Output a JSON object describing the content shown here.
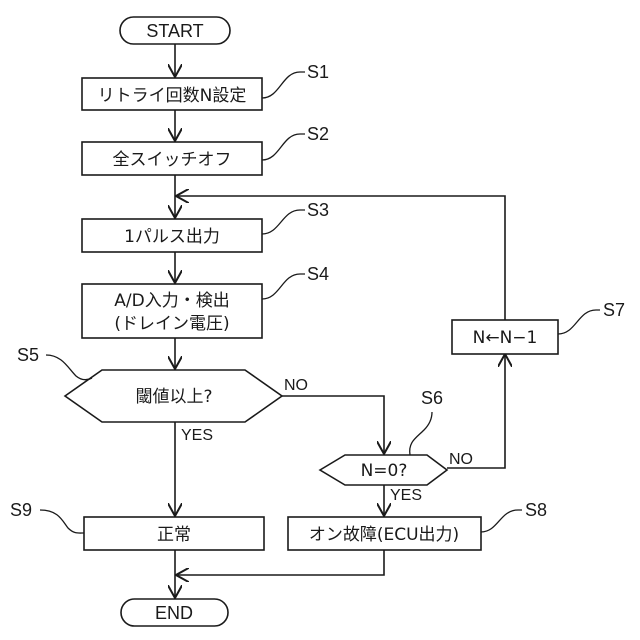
{
  "diagram": {
    "type": "flowchart",
    "terminals": {
      "start": "START",
      "end": "END"
    },
    "steps": [
      {
        "id": "S1",
        "label": "S1",
        "kind": "process",
        "text": "リトライ回数N設定"
      },
      {
        "id": "S2",
        "label": "S2",
        "kind": "process",
        "text": "全スイッチオフ"
      },
      {
        "id": "S3",
        "label": "S3",
        "kind": "process",
        "text": "1パルス出力"
      },
      {
        "id": "S4",
        "label": "S4",
        "kind": "process",
        "text_line1": "A/D入力・検出",
        "text_line2": "(ドレイン電圧)"
      },
      {
        "id": "S5",
        "label": "S5",
        "kind": "decision",
        "text": "閾値以上?"
      },
      {
        "id": "S6",
        "label": "S6",
        "kind": "decision",
        "text": "N=0?"
      },
      {
        "id": "S7",
        "label": "S7",
        "kind": "process",
        "text": "N←N−1"
      },
      {
        "id": "S8",
        "label": "S8",
        "kind": "process",
        "text": "オン故障(ECU出力)"
      },
      {
        "id": "S9",
        "label": "S9",
        "kind": "process",
        "text": "正常"
      }
    ],
    "branches": {
      "s5_no": "NO",
      "s5_yes": "YES",
      "s6_no": "NO",
      "s6_yes": "YES"
    },
    "edges": [
      [
        "START",
        "S1"
      ],
      [
        "S1",
        "S2"
      ],
      [
        "S2",
        "S3"
      ],
      [
        "S3",
        "S4"
      ],
      [
        "S4",
        "S5"
      ],
      [
        "S5:YES",
        "S9"
      ],
      [
        "S5:NO",
        "S6"
      ],
      [
        "S6:NO",
        "S7"
      ],
      [
        "S7",
        "S3"
      ],
      [
        "S6:YES",
        "S8"
      ],
      [
        "S9",
        "END"
      ],
      [
        "S8",
        "END"
      ]
    ]
  }
}
